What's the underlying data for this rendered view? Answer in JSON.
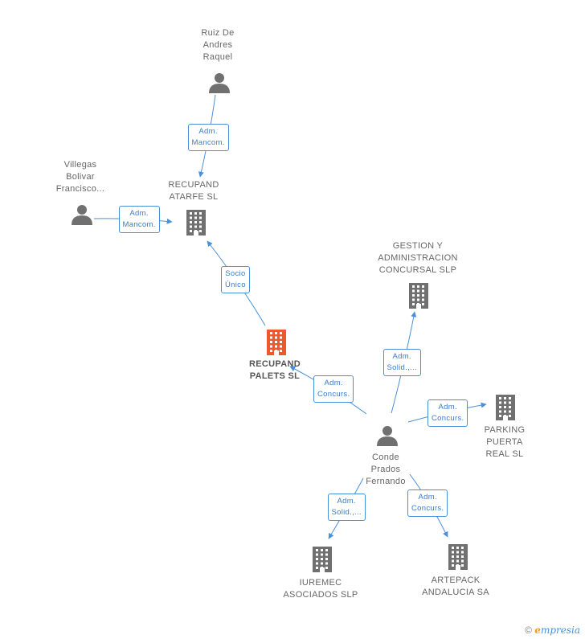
{
  "nodes": [
    {
      "id": "ruiz",
      "type": "person",
      "label": "Ruiz De\nAndres\nRaquel"
    },
    {
      "id": "villegas",
      "type": "person",
      "label": "Villegas\nBolivar\nFrancisco..."
    },
    {
      "id": "atarfe",
      "type": "company",
      "label": "RECUPAND\nATARFE SL"
    },
    {
      "id": "palets",
      "type": "company",
      "label": "RECUPAND\nPALETS SL",
      "focus": true
    },
    {
      "id": "gestion",
      "type": "company",
      "label": "GESTION Y\nADMINISTRACION\nCONCURSAL SLP"
    },
    {
      "id": "conde",
      "type": "person",
      "label": "Conde\nPrados\nFernando"
    },
    {
      "id": "parking",
      "type": "company",
      "label": "PARKING\nPUERTA\nREAL SL"
    },
    {
      "id": "iuremec",
      "type": "company",
      "label": "IUREMEC\nASOCIADOS SLP"
    },
    {
      "id": "artepack",
      "type": "company",
      "label": "ARTEPACK\nANDALUCIA SA"
    }
  ],
  "edges": [
    {
      "from": "ruiz",
      "to": "atarfe",
      "label": "Adm.\nMancom."
    },
    {
      "from": "villegas",
      "to": "atarfe",
      "label": "Adm.\nMancom."
    },
    {
      "from": "palets",
      "to": "atarfe",
      "label": "Socio\nÚnico"
    },
    {
      "from": "conde",
      "to": "palets",
      "label": "Adm.\nConcurs."
    },
    {
      "from": "conde",
      "to": "gestion",
      "label": "Adm.\nSolid.,..."
    },
    {
      "from": "conde",
      "to": "parking",
      "label": "Adm.\nConcurs."
    },
    {
      "from": "conde",
      "to": "iuremec",
      "label": "Adm.\nSolid.,..."
    },
    {
      "from": "conde",
      "to": "artepack",
      "label": "Adm.\nConcurs."
    }
  ],
  "colors": {
    "edge": "#4a90d9",
    "icon": "#707070",
    "focus_icon": "#f0572b"
  },
  "watermark": {
    "symbol": "©",
    "brand_e": "e",
    "brand_rest": "mpresia"
  }
}
